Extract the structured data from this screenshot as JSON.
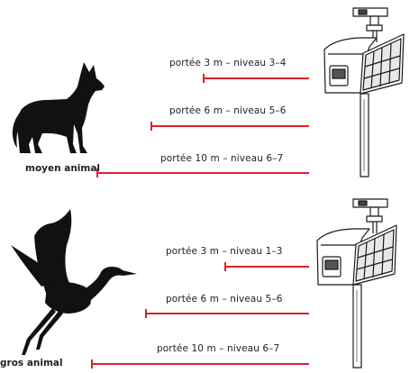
{
  "panels": [
    {
      "animal_label": "moyen animal",
      "animal_icon": "dog-silhouette-icon",
      "device_icon": "solar-sprinkler-repeller-icon",
      "ranges": [
        {
          "text": "portée 3 m – niveau 3–4"
        },
        {
          "text": "portée 6 m – niveau 5–6"
        },
        {
          "text": "portée 10 m – niveau 6–7"
        }
      ]
    },
    {
      "animal_label": "gros animal",
      "animal_icon": "heron-silhouette-icon",
      "device_icon": "solar-sprinkler-repeller-icon",
      "ranges": [
        {
          "text": "portée 3 m – niveau 1–3"
        },
        {
          "text": "portée 6 m – niveau 5–6"
        },
        {
          "text": "portée 10 m – niveau 6–7"
        }
      ]
    }
  ],
  "colors": {
    "range_line": "#d8232a",
    "silhouette": "#111111",
    "outline": "#1a1a1a"
  }
}
